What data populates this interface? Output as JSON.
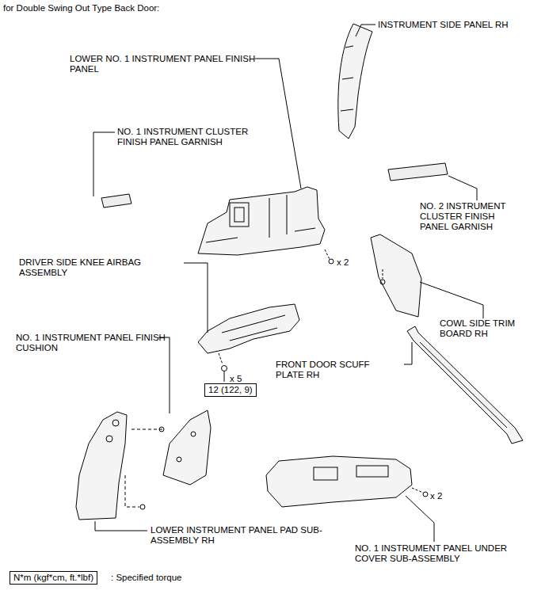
{
  "diagram": {
    "title": "for Double Swing Out Type Back Door:",
    "nodes": [
      {
        "text": [
          "12 (122, 9)"
        ]
      },
      {
        "text": [
          "N*m (kgf*cm, ft.*lbf)"
        ]
      }
    ],
    "labels": [
      "INSTRUMENT SIDE PANEL RH",
      "LOWER NO. 1 INSTRUMENT PANEL FINISH PANEL",
      "NO. 1 INSTRUMENT CLUSTER FINISH PANEL GARNISH",
      "NO. 2 INSTRUMENT CLUSTER FINISH PANEL GARNISH",
      "x 2",
      "DRIVER SIDE KNEE AIRBAG ASSEMBLY",
      "COWL SIDE TRIM BOARD RH",
      "NO. 1 INSTRUMENT PANEL FINISH CUSHION",
      "FRONT DOOR SCUFF PLATE RH",
      "x 5",
      "x 2",
      "LOWER INSTRUMENT PANEL PAD SUB-ASSEMBLY RH",
      "NO. 1 INSTRUMENT PANEL UNDER COVER SUB-ASSEMBLY",
      ": Specified torque"
    ]
  }
}
